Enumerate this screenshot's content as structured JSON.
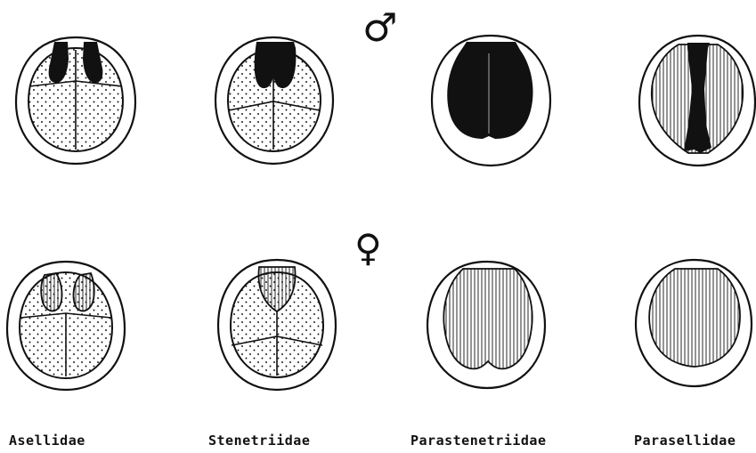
{
  "symbols": {
    "male": "♂",
    "female": "♀"
  },
  "families": [
    {
      "name": "Asellidae"
    },
    {
      "name": "Stenetriidae"
    },
    {
      "name": "Parastenetriidae"
    },
    {
      "name": "Parasellidae"
    }
  ],
  "colors": {
    "ink": "#111111",
    "paper": "#ffffff"
  }
}
